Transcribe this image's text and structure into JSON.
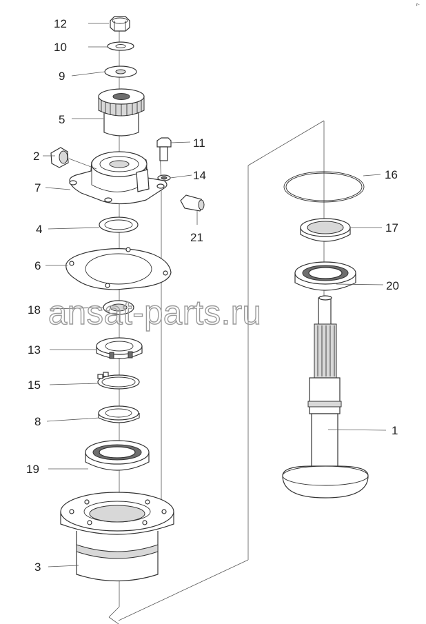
{
  "diagram": {
    "watermark": "ansat-parts.ru",
    "corner_mark": "r-",
    "callouts": [
      {
        "id": "12",
        "label": "12"
      },
      {
        "id": "10",
        "label": "10"
      },
      {
        "id": "9",
        "label": "9"
      },
      {
        "id": "5",
        "label": "5"
      },
      {
        "id": "2",
        "label": "2"
      },
      {
        "id": "11",
        "label": "11"
      },
      {
        "id": "14",
        "label": "14"
      },
      {
        "id": "7",
        "label": "7"
      },
      {
        "id": "4",
        "label": "4"
      },
      {
        "id": "21",
        "label": "21"
      },
      {
        "id": "6",
        "label": "6"
      },
      {
        "id": "18",
        "label": "18"
      },
      {
        "id": "13",
        "label": "13"
      },
      {
        "id": "15",
        "label": "15"
      },
      {
        "id": "8",
        "label": "8"
      },
      {
        "id": "19",
        "label": "19"
      },
      {
        "id": "3",
        "label": "3"
      },
      {
        "id": "16",
        "label": "16"
      },
      {
        "id": "17",
        "label": "17"
      },
      {
        "id": "20",
        "label": "20"
      },
      {
        "id": "1",
        "label": "1"
      }
    ]
  }
}
